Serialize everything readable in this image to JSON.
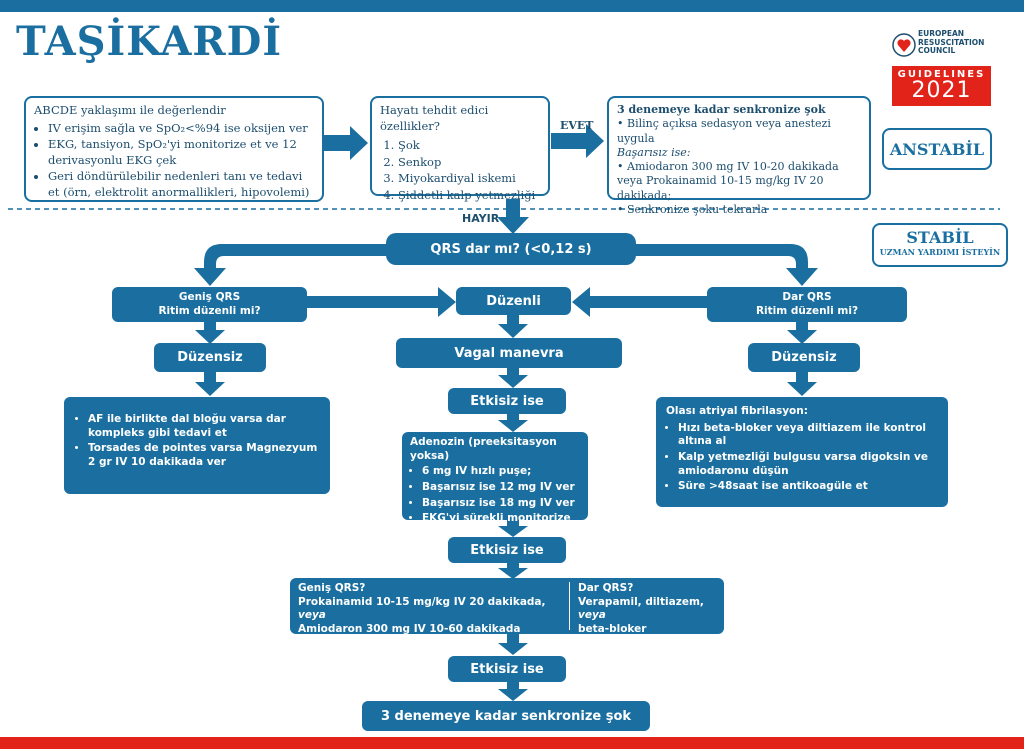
{
  "title": "TAŞİKARDİ",
  "logo": {
    "org_line1": "EUROPEAN",
    "org_line2": "RESUSCITATION",
    "org_line3": "COUNCIL",
    "guidelines": "GUIDELINES",
    "year": "2021"
  },
  "box_abcde": {
    "heading": "ABCDE yaklaşımı ile değerlendir",
    "items": [
      "IV erişim sağla ve SpO₂<%94 ise oksijen ver",
      "EKG, tansiyon, SpO₂'yi monitorize et ve 12 derivasyonlu EKG çek",
      "Geri döndürülebilir nedenleri tanı ve tedavi et (örn, elektrolit anormallikleri, hipovolemi)"
    ]
  },
  "box_threat": {
    "heading": "Hayatı tehdit edici özellikler?",
    "items": [
      "Şok",
      "Senkop",
      "Miyokardiyal iskemi",
      "Şiddetli kalp yetmezliği"
    ]
  },
  "label_evet": "EVET",
  "label_hayir": "HAYIR",
  "box_unstable": {
    "heading": "3 denemeye kadar senkronize şok",
    "item1": "Bilinç açıksa sedasyon veya anestezi uygula",
    "fail": "Başarısız ise:",
    "item2": "Amiodaron 300 mg IV 10-20 dakikada veya Prokainamid 10-15 mg/kg IV 20 dakikada;",
    "item3": "Senkronize şoku tekrarla"
  },
  "tag_unstable": "ANSTABİL",
  "tag_stable": "STABİL",
  "tag_stable_sub": "UZMAN YARDIMI İSTEYİN",
  "qrs_question": "QRS dar mı? (<0,12 s)",
  "wide_qrs_q": "Geniş QRS\nRitim düzenli mi?",
  "regular": "Düzenli",
  "narrow_qrs_q": "Dar QRS\nRitim düzenli mi?",
  "irregular_left": "Düzensiz",
  "vagal": "Vagal manevra",
  "irregular_right": "Düzensiz",
  "box_wide_irregular": [
    "AF ile birlikte dal bloğu varsa dar kompleks gibi tedavi et",
    "Torsades de pointes varsa  Magnezyum 2 gr IV 10 dakikada ver"
  ],
  "ineffective1": "Etkisiz ise",
  "box_adenosine": {
    "heading": "Adenozin (preeksitasyon yoksa)",
    "items": [
      "6 mg IV hızlı puşe;",
      "Başarısız ise 12 mg IV ver",
      "Başarısız ise 18 mg IV ver",
      "EKG'yi sürekli monitorize et"
    ]
  },
  "box_af": {
    "heading": "Olası atriyal fibrilasyon:",
    "items": [
      "Hızı beta-bloker veya diltiazem ile kontrol altına al",
      "Kalp yetmezliği bulgusu varsa digoksin ve amiodaronu düşün",
      "Süre >48saat ise antikoagüle et"
    ]
  },
  "ineffective2": "Etkisiz ise",
  "box_drugs": {
    "wide_heading": "Geniş QRS?",
    "wide_line1": "Prokainamid 10-15 mg/kg IV 20 dakikada, ",
    "wide_veya": "veya",
    "wide_line2": "Amiodaron 300 mg  IV 10-60 dakikada",
    "narrow_heading": "Dar QRS?",
    "narrow_line1": "Verapamil, diltiazem, ",
    "narrow_veya": "veya",
    "narrow_line2": "beta-bloker"
  },
  "ineffective3": "Etkisiz ise",
  "final_shock": "3 denemeye kadar senkronize şok",
  "colors": {
    "primary": "#1a6fa0",
    "accent": "#e2231a",
    "text": "#1d4e6e"
  }
}
